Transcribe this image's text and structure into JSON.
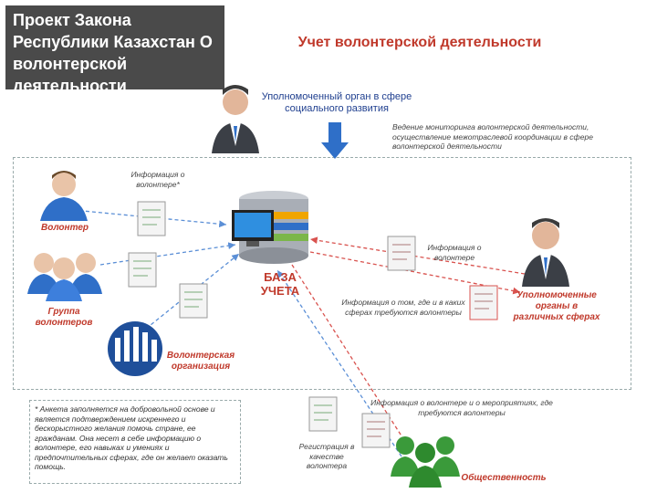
{
  "header": {
    "law_title": "Проект Закона Республики Казахстан О волонтерской деятельности",
    "main_title": "Учет волонтерской деятельности"
  },
  "authority": {
    "label": "Уполномоченный орган в сфере социального развития",
    "duty": "Ведение мониторинга волонтерской деятельности, осуществление межотраслевой координации в сфере волонтерской деятельности"
  },
  "nodes": {
    "volunteer": "Волонтер",
    "volunteer_group": "Группа волонтеров",
    "volunteer_org": "Волонтерская организация",
    "database": "БАЗА УЧЕТА",
    "authorized_bodies": "Уполномоченные органы в различных сферах",
    "public": "Общественность"
  },
  "flows": {
    "info_volunteer_star": "Информация о волонтере*",
    "info_volunteer": "Информация о волонтере",
    "info_spheres": "Информация о том, где и в каких сферах требуются волонтеры",
    "info_events": "Информация о волонтере и о мероприятиях, где требуются волонтеры",
    "registration": "Регистрация в качестве волонтера"
  },
  "footnote": "* Анкета заполняется на добровольной основе и является подтверждением искреннего и бескорыстного желания помочь стране, ее гражданам. Она несет в себе информацию о волонтере, его навыках и умениях и предпочтительных сферах, где он желает оказать помощь.",
  "colors": {
    "accent_red": "#c0392b",
    "arrow_blue": "#2f6fc8",
    "dashed_red": "#d9534f",
    "dashed_blue": "#5b8fd6",
    "title_bg": "#4a4a4a",
    "public_green": "#3a9a3a"
  }
}
